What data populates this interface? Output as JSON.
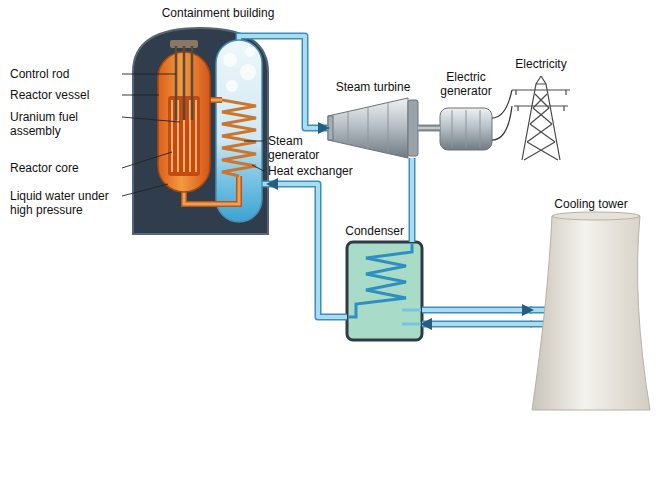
{
  "diagram": {
    "nodes": [
      {
        "text": [
          "Containment building"
        ]
      },
      {
        "text": [
          "Steam turbine"
        ]
      },
      {
        "text": [
          "Electric generator"
        ]
      },
      {
        "text": [
          "Electricity"
        ]
      },
      {
        "text": [
          "Condenser"
        ]
      },
      {
        "text": [
          "Cooling tower"
        ]
      }
    ],
    "edges": [
      {
        "from": 0,
        "to": 1,
        "arrow": "to"
      },
      {
        "from": 1,
        "to": 2,
        "arrow": "none"
      },
      {
        "from": 2,
        "to": 3,
        "arrow": "none"
      },
      {
        "from": 1,
        "to": 4,
        "arrow": "none"
      },
      {
        "from": 4,
        "to": 0,
        "arrow": "to"
      },
      {
        "from": 4,
        "to": 5,
        "arrow": "to"
      },
      {
        "from": 5,
        "to": 4,
        "arrow": "to"
      }
    ],
    "labels": [
      "Control rod",
      "Reactor vessel",
      "Uranium fuel assembly",
      "Reactor core",
      "Liquid water under high pressure",
      "Steam generator",
      "Heat exchanger"
    ]
  }
}
